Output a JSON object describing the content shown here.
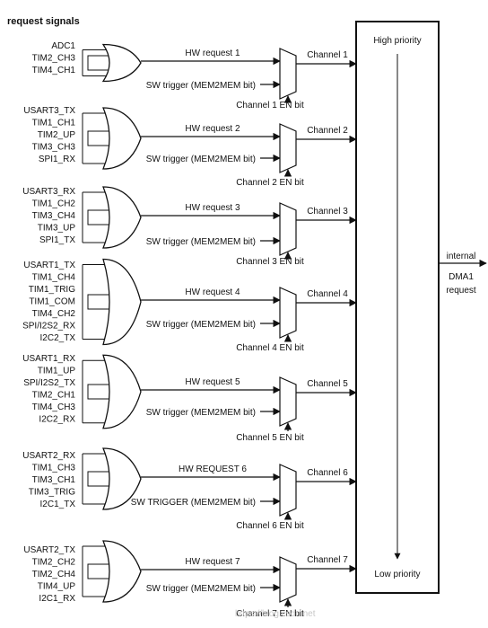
{
  "header": {
    "title": "request signals"
  },
  "channels": [
    {
      "inputs": [
        "ADC1",
        "TIM2_CH3",
        "TIM4_CH1"
      ],
      "hw_label": "HW request 1",
      "sw_label": "SW trigger (MEM2MEM bit)",
      "ch_label": "Channel 1",
      "en_label": "Channel 1 EN bit"
    },
    {
      "inputs": [
        "USART3_TX",
        "TIM1_CH1",
        "TIM2_UP",
        "TIM3_CH3",
        "SPI1_RX"
      ],
      "hw_label": "HW request 2",
      "sw_label": "SW trigger (MEM2MEM bit)",
      "ch_label": "Channel 2",
      "en_label": "Channel 2 EN bit"
    },
    {
      "inputs": [
        "USART3_RX",
        "TIM1_CH2",
        "TIM3_CH4",
        "TIM3_UP",
        "SPI1_TX"
      ],
      "hw_label": "HW request 3",
      "sw_label": "SW trigger (MEM2MEM bit)",
      "ch_label": "Channel 3",
      "en_label": "Channel 3 EN bit"
    },
    {
      "inputs": [
        "USART1_TX",
        "TIM1_CH4",
        "TIM1_TRIG",
        "TIM1_COM",
        "TIM4_CH2",
        "SPI/I2S2_RX",
        "I2C2_TX"
      ],
      "hw_label": "HW request 4",
      "sw_label": "SW trigger (MEM2MEM bit)",
      "ch_label": "Channel 4",
      "en_label": "Channel 4 EN bit"
    },
    {
      "inputs": [
        "USART1_RX",
        "TIM1_UP",
        "SPI/I2S2_TX",
        "TIM2_CH1",
        "TIM4_CH3",
        "I2C2_RX"
      ],
      "hw_label": "HW request 5",
      "sw_label": "SW trigger (MEM2MEM bit)",
      "ch_label": "Channel 5",
      "en_label": "Channel 5 EN bit"
    },
    {
      "inputs": [
        "USART2_RX",
        "TIM1_CH3",
        "TIM3_CH1",
        "TIM3_TRIG",
        "I2C1_TX"
      ],
      "hw_label": "HW REQUEST 6",
      "sw_label": "SW TRIGGER (MEM2MEM bit)",
      "ch_label": "Channel 6",
      "en_label": "Channel 6 EN bit"
    },
    {
      "inputs": [
        "USART2_TX",
        "TIM2_CH2",
        "TIM2_CH4",
        "TIM4_UP",
        "I2C1_RX"
      ],
      "hw_label": "HW request 7",
      "sw_label": "SW trigger (MEM2MEM bit)",
      "ch_label": "Channel 7",
      "en_label": "Channel 7 EN bit"
    }
  ],
  "priority_box": {
    "high": "High priority",
    "low": "Low priority"
  },
  "output": {
    "line1": "internal",
    "line2": "DMA1",
    "line3": "request"
  },
  "watermark": "https://blog.csdn.net"
}
